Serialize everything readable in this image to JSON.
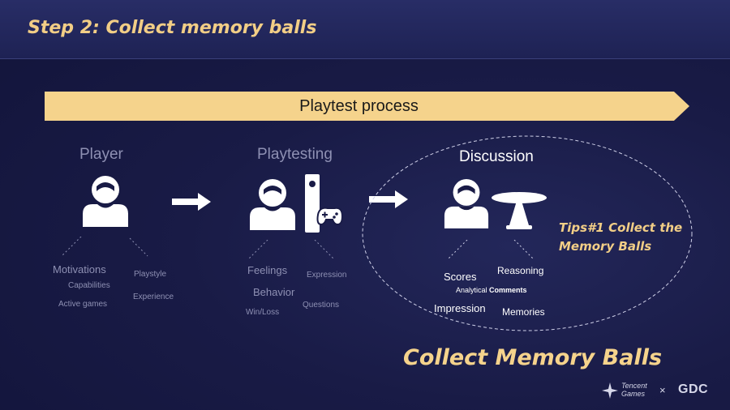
{
  "slide": {
    "title": "Step 2: Collect memory balls"
  },
  "process": {
    "label": "Playtest process",
    "color": "#f5d38c"
  },
  "columns": {
    "player": {
      "title": "Player",
      "tags": [
        "Motivations",
        "Capabilities",
        "Active games",
        "Playstyle",
        "Experience"
      ]
    },
    "playtesting": {
      "title": "Playtesting",
      "tags": [
        "Feelings",
        "Behavior",
        "Win/Loss",
        "Expression",
        "Questions"
      ]
    },
    "discussion": {
      "title": "Discussion",
      "tags": {
        "scores": "Scores",
        "reasoning": "Reasoning",
        "analytical": "Analytical",
        "comments": "Comments",
        "impression": "Impression",
        "memories": "Memories"
      }
    }
  },
  "tips": {
    "line1": "Tips#1 Collect the",
    "line2": "Memory Balls"
  },
  "heading": "Collect Memory Balls",
  "footer": {
    "brand_line1": "Tencent",
    "brand_line2": "Games",
    "separator": "×",
    "gdc": "GDC"
  },
  "colors": {
    "accent": "#f2ce86",
    "background": "#191b46",
    "dim_text": "#8e90b3"
  }
}
